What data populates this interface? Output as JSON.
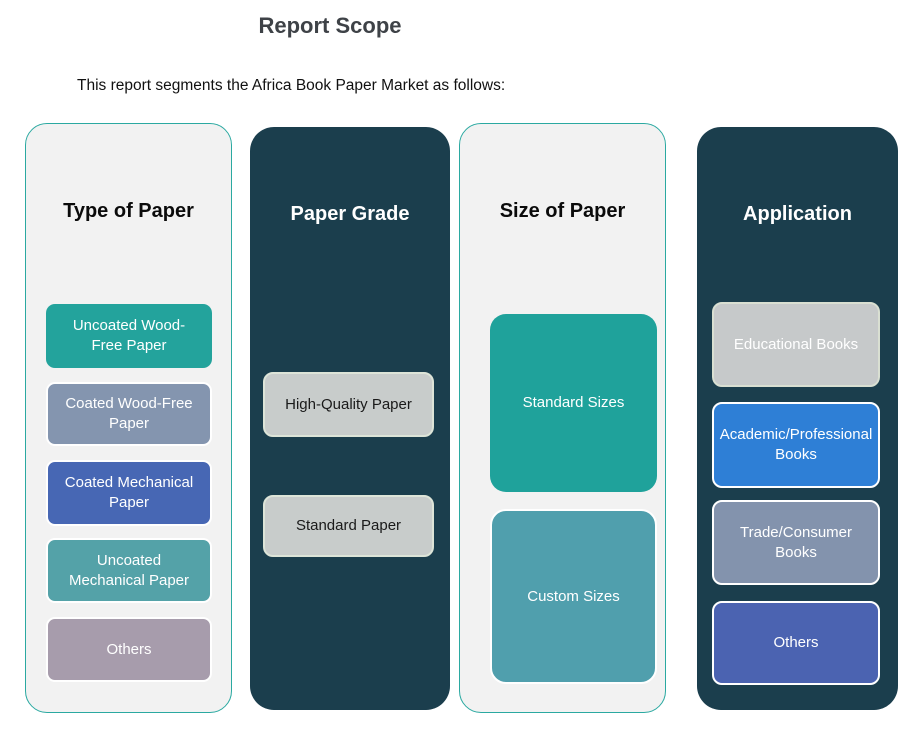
{
  "page": {
    "title": "Report Scope",
    "subtitle": "This report segments the Africa Book Paper Market as follows:"
  },
  "palette": {
    "light_column_bg": "#f2f2f2",
    "light_column_border": "#2ba9a1",
    "dark_column_bg": "#1b3e4d"
  },
  "columns": [
    {
      "header": "Type of Paper",
      "theme": "light",
      "items": [
        {
          "label": "Uncoated Wood-Free Paper",
          "bg": "#23a39c",
          "fg": "#ffffff",
          "bd": "transparent"
        },
        {
          "label": "Coated Wood-Free Paper",
          "bg": "#8495af",
          "fg": "#ffffff",
          "bd": "#ffffff"
        },
        {
          "label": "Coated Mechanical Paper",
          "bg": "#4767b4",
          "fg": "#ffffff",
          "bd": "#ffffff"
        },
        {
          "label": "Uncoated Mechanical Paper",
          "bg": "#54a2a8",
          "fg": "#ffffff",
          "bd": "#ffffff"
        },
        {
          "label": "Others",
          "bg": "#a79cac",
          "fg": "#ffffff",
          "bd": "#ffffff"
        }
      ]
    },
    {
      "header": "Paper Grade",
      "theme": "dark",
      "items": [
        {
          "label": "High-Quality Paper",
          "bg": "#c8cccb",
          "fg": "#1a1a1a",
          "bd": "#dde4d8"
        },
        {
          "label": "Standard Paper",
          "bg": "#c8cccb",
          "fg": "#1a1a1a",
          "bd": "#dde4d8"
        }
      ]
    },
    {
      "header": "Size of Paper",
      "theme": "light",
      "items": [
        {
          "label": "Standard Sizes",
          "bg": "#1fa29b",
          "fg": "#ffffff",
          "bd": "transparent"
        },
        {
          "label": "Custom Sizes",
          "bg": "#509fad",
          "fg": "#ffffff",
          "bd": "#ffffff"
        }
      ]
    },
    {
      "header": "Application",
      "theme": "dark",
      "items": [
        {
          "label": "Educational Books",
          "bg": "#c6c9ca",
          "fg": "#ffffff",
          "bd": "#d9dfd2"
        },
        {
          "label": "Academic/Professional Books",
          "bg": "#2e7fd6",
          "fg": "#ffffff",
          "bd": "#ffffff"
        },
        {
          "label": "Trade/Consumer Books",
          "bg": "#8393ad",
          "fg": "#ffffff",
          "bd": "#ffffff"
        },
        {
          "label": "Others",
          "bg": "#4b63b1",
          "fg": "#ffffff",
          "bd": "#ffffff"
        }
      ]
    }
  ]
}
